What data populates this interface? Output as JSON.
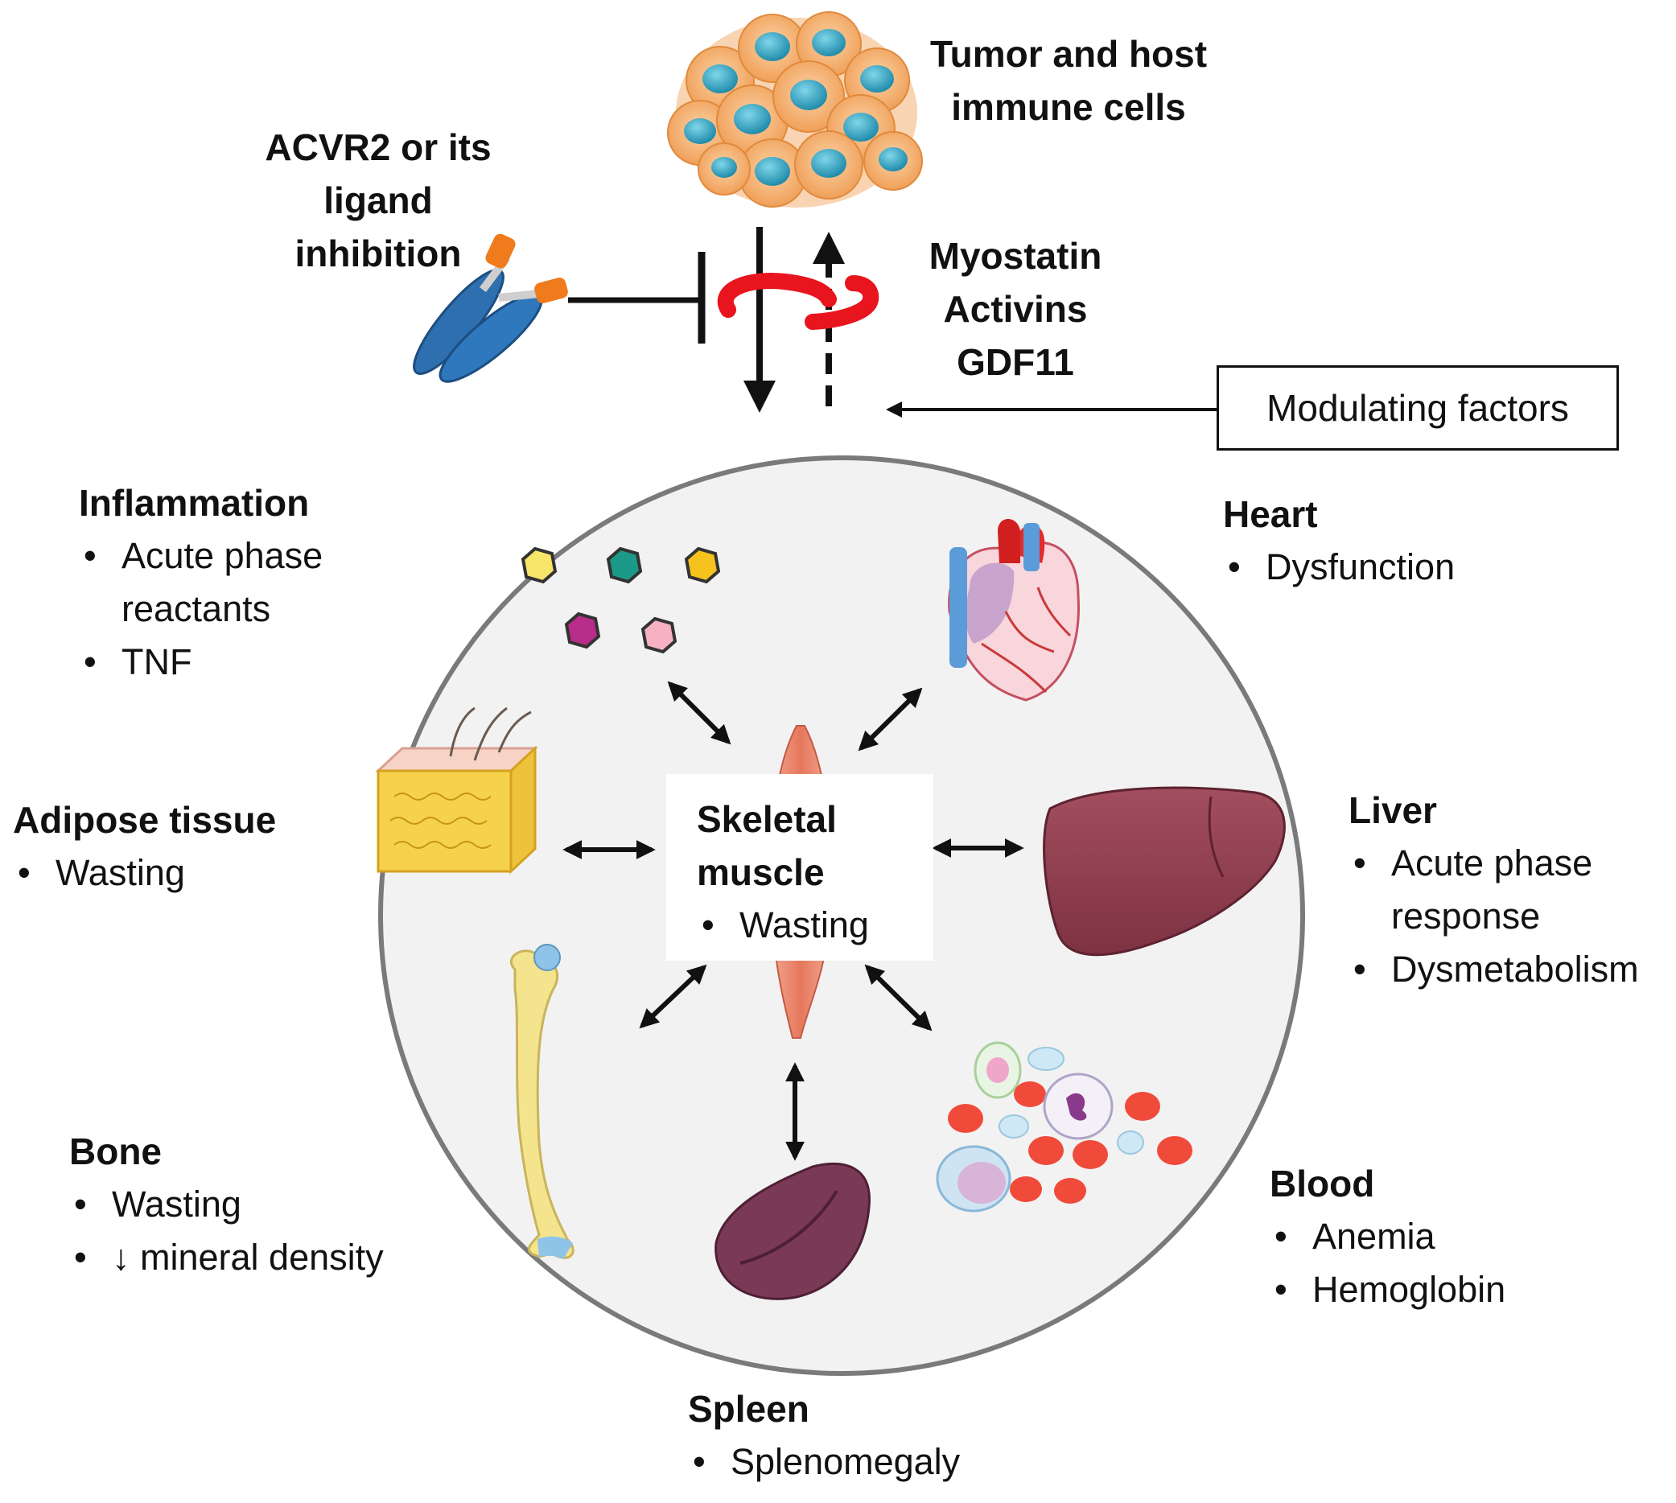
{
  "top": {
    "tumor_title_line1": "Tumor and host",
    "tumor_title_line2": "immune cells",
    "inhibitor_line1": "ACVR2 or its",
    "inhibitor_line2": "ligand",
    "inhibitor_line3": "inhibition",
    "ligands": [
      "Myostatin",
      "Activins",
      "GDF11"
    ],
    "modulating": "Modulating factors"
  },
  "organs": {
    "inflammation": {
      "title": "Inflammation",
      "items": [
        "Acute phase reactants",
        "TNF"
      ]
    },
    "heart": {
      "title": "Heart",
      "items": [
        "Dysfunction"
      ]
    },
    "adipose": {
      "title": "Adipose tissue",
      "items": [
        "Wasting"
      ]
    },
    "muscle": {
      "title_line1": "Skeletal",
      "title_line2": "muscle",
      "items": [
        "Wasting"
      ]
    },
    "liver": {
      "title": "Liver",
      "items": [
        "Acute phase response",
        "Dysmetabolism"
      ]
    },
    "bone": {
      "title": "Bone",
      "items": [
        "Wasting",
        "↓ mineral density"
      ]
    },
    "blood": {
      "title": "Blood",
      "items": [
        "Anemia",
        "Hemoglobin"
      ]
    },
    "spleen": {
      "title": "Spleen",
      "items": [
        "Splenomegaly"
      ]
    }
  },
  "colors": {
    "circle_fill": "#f2f2f2",
    "circle_stroke": "#7a7a7a",
    "receptor_red": "#e8141e",
    "antibody_blue": "#2e6fb0",
    "antibody_orange": "#f07b1c",
    "muscle": "#e8866a",
    "liver": "#8a3b4a",
    "spleen": "#7a3a55",
    "bone": "#f2e08a",
    "adipose": "#f5d24a",
    "tumor_orange": "#f2a35c",
    "tumor_nucleus": "#2a9ab8"
  },
  "icons": [
    "tumor-cells-icon",
    "antibody-icon",
    "receptor-icon",
    "cytokines-icon",
    "heart-icon",
    "adipose-icon",
    "muscle-icon",
    "liver-icon",
    "bone-icon",
    "blood-cells-icon",
    "spleen-icon"
  ]
}
